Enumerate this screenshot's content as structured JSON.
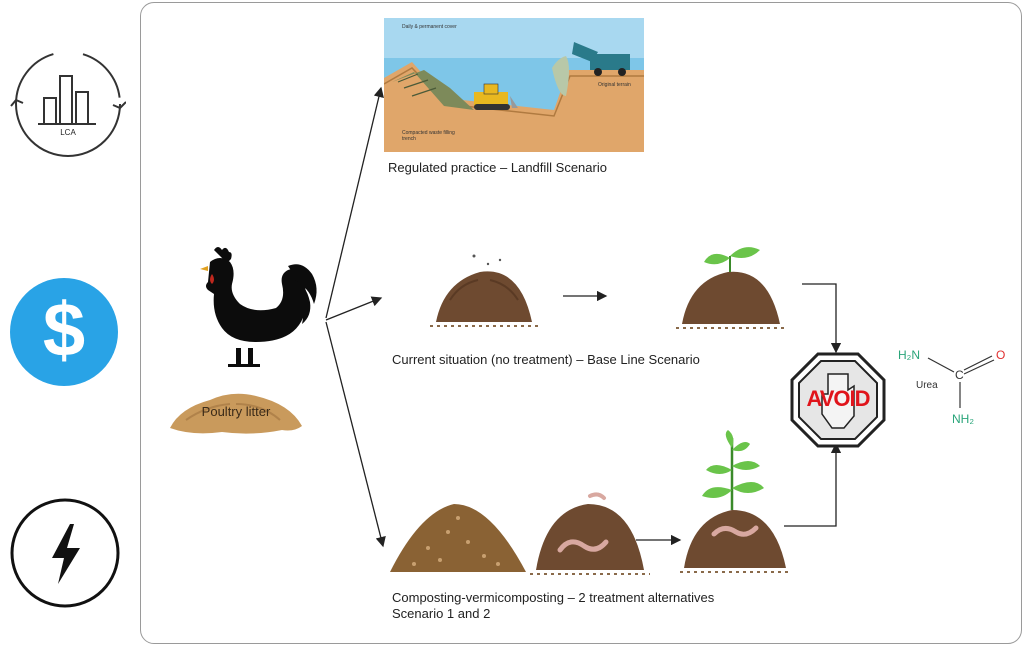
{
  "icons": {
    "lca": {
      "name": "lca-icon",
      "label": "LCA"
    },
    "cost": {
      "name": "dollar-icon",
      "glyph": "$",
      "color": "#29a3e6"
    },
    "energy": {
      "name": "lightning-icon"
    }
  },
  "source": {
    "label": "Poultry litter"
  },
  "landfill": {
    "caption": "Regulated practice – Landfill Scenario",
    "notes": {
      "top": "Daily & permanent cover",
      "bottom": "Compacted waste filling trench",
      "right": "Original terrain"
    }
  },
  "baseline": {
    "caption": "Current situation (no treatment) – Base Line Scenario"
  },
  "composting": {
    "caption_line1": "Composting-vermicomposting – 2 treatment alternatives",
    "caption_line2": "Scenario 1 and 2"
  },
  "avoid": {
    "label": "AVOID",
    "color": "#e0141b"
  },
  "urea": {
    "name": "Urea",
    "atoms": {
      "h2n": "H₂N",
      "c": "C",
      "o": "O",
      "nh2": "NH₂"
    }
  },
  "colors": {
    "frame": "#8a8a8a",
    "soil": "#6e4a30",
    "litter": "#c99a5c",
    "leaf": "#4fb83a",
    "nitrogen": "#2aa57a",
    "oxygen": "#e03030"
  }
}
